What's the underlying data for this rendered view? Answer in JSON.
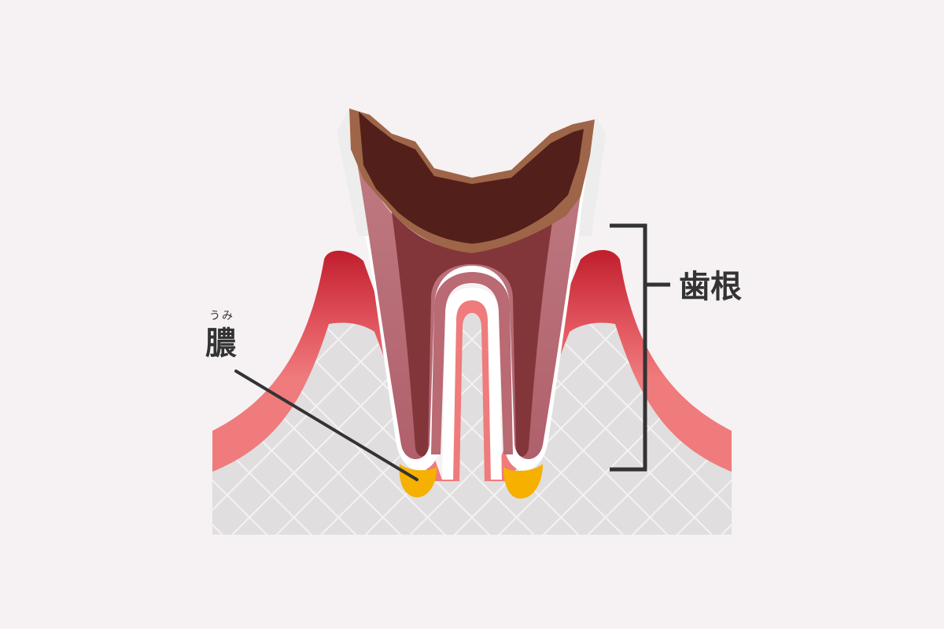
{
  "labels": {
    "pus_reading": "うみ",
    "pus": "膿",
    "tooth_root": "歯根"
  },
  "colors": {
    "background": "#f6f1f2",
    "bone": "#e0dedf",
    "bone_lattice": "#f4f2f3",
    "gum_light": "#ef7b7c",
    "gum_dark": "#c01e2c",
    "ligament_white": "#ffffff",
    "tooth_outer_light": "#ededed",
    "dentin": "#b96a73",
    "pulp": "#833639",
    "decay_edge": "#9e6548",
    "decay_cavity": "#521f1b",
    "pus": "#f5b000",
    "callout_line": "#333333"
  }
}
